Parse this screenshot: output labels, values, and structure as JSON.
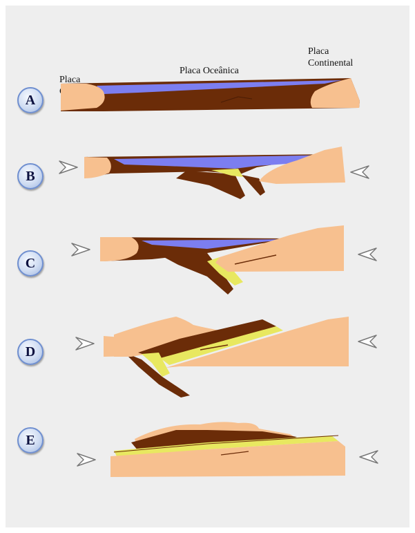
{
  "labels": {
    "left_plate": "Placa\nContinental",
    "center_plate": "Placa Oceânica",
    "right_plate": "Placa\nContinental"
  },
  "stages": [
    "A",
    "B",
    "C",
    "D",
    "E"
  ],
  "colors": {
    "continental_crust": "#f7c08f",
    "oceanic_crust": "#6b2c08",
    "ocean_water": "#7c7ef0",
    "sediment": "#e8e860",
    "background": "#eeeeee",
    "badge_border": "#6f8fd0"
  },
  "icons": {
    "compression_arrow": "open-arrow-icon"
  }
}
